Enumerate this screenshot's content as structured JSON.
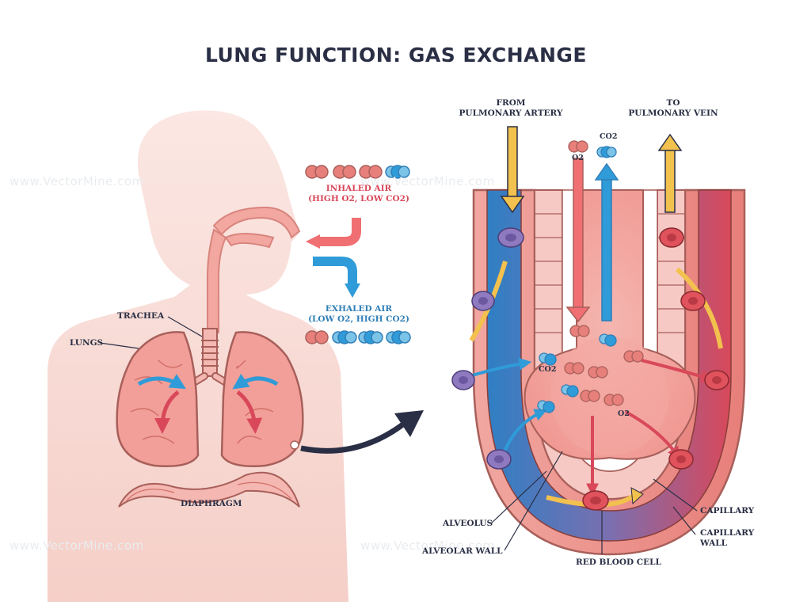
{
  "title": "LUNG FUNCTION: GAS EXCHANGE",
  "watermark": "www.VectorMine.com",
  "labels": {
    "from_line1": "FROM",
    "from_line2": "PULMONARY ARTERY",
    "to_line1": "TO",
    "to_line2": "PULMONARY VEIN",
    "inhaled_line1": "INHALED AIR",
    "inhaled_line2": "(HIGH O2, LOW CO2)",
    "exhaled_line1": "EXHALED AIR",
    "exhaled_line2": "(LOW O2, HIGH CO2)",
    "trachea": "TRACHEA",
    "lungs": "LUNGS",
    "diaphragm": "DIAPHRAGM",
    "o2_top": "O2",
    "co2_top": "CO2",
    "co2_mid": "CO2",
    "o2_mid": "O2",
    "alveolus": "ALVEOLUS",
    "alveolar_wall": "ALVEOLAR WALL",
    "red_blood_cell": "RED BLOOD CELL",
    "capillary": "CAPILLARY",
    "capillary_wall_line1": "CAPILLARY",
    "capillary_wall_line2": "WALL"
  },
  "colors": {
    "title": "#2a2f45",
    "inhaled": "#d9485a",
    "exhaled": "#2f7fb8",
    "body": "#f7d6d1",
    "deoxygenated_blood": "#2f7fc4",
    "oxygenated_blood": "#d9485a",
    "flow_arrow": "#f2c14e"
  }
}
